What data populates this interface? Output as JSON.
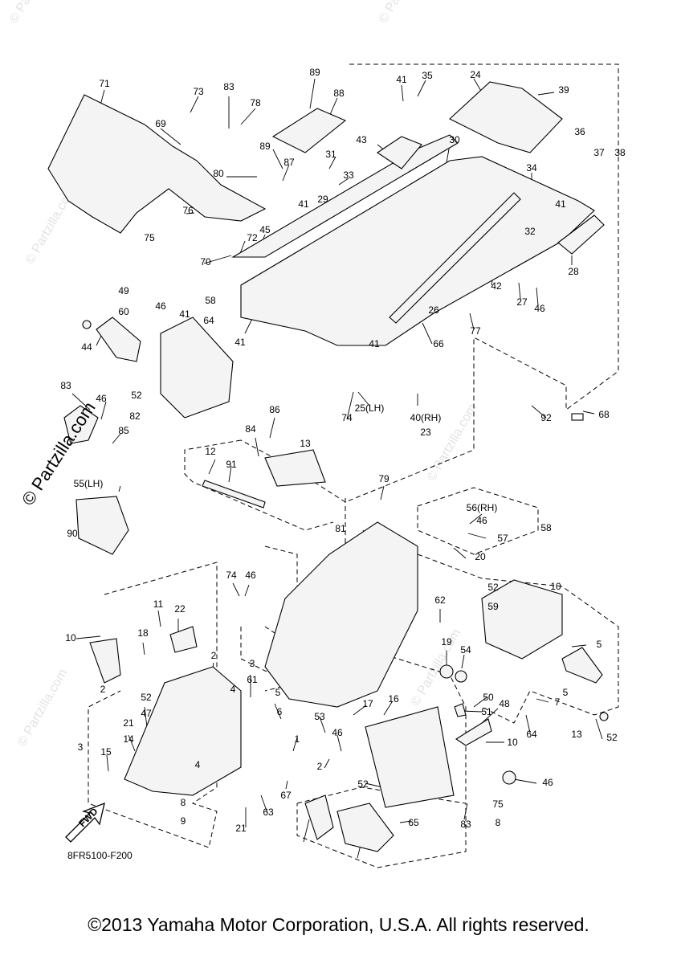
{
  "diagram_code": "8FR5100-F200",
  "copyright": "©2013 Yamaha Motor Corporation, U.S.A. All rights reserved.",
  "watermark": "© Partzilla.com",
  "fwd_label": "FWD",
  "colors": {
    "line": "#000000",
    "watermark": "#d9d9d9"
  },
  "callouts": [
    "71",
    "73",
    "83",
    "78",
    "89",
    "88",
    "41",
    "35",
    "24",
    "39",
    "69",
    "89",
    "87",
    "31",
    "43",
    "33",
    "30",
    "80",
    "29",
    "34",
    "36",
    "37",
    "38",
    "41",
    "76",
    "41",
    "32",
    "45",
    "72",
    "75",
    "70",
    "41",
    "42",
    "28",
    "27",
    "46",
    "49",
    "60",
    "46",
    "58",
    "64",
    "44",
    "26",
    "77",
    "41",
    "41",
    "66",
    "83",
    "46",
    "52",
    "82",
    "74",
    "25(LH)",
    "40(RH)",
    "23",
    "92",
    "68",
    "85",
    "86",
    "84",
    "13",
    "12",
    "91",
    "79",
    "55(LH)",
    "56(RH)",
    "46",
    "58",
    "90",
    "57",
    "20",
    "81",
    "74",
    "46",
    "52",
    "59",
    "10",
    "11",
    "22",
    "62",
    "10",
    "18",
    "19",
    "54",
    "5",
    "2",
    "3",
    "61",
    "2",
    "4",
    "5",
    "6",
    "52",
    "47",
    "50",
    "51",
    "48",
    "5",
    "7",
    "21",
    "14",
    "17",
    "16",
    "53",
    "46",
    "64",
    "13",
    "52",
    "1",
    "10",
    "3",
    "15",
    "4",
    "2",
    "8",
    "9",
    "21",
    "63",
    "52",
    "46",
    "75",
    "8",
    "83",
    "67",
    "65"
  ]
}
